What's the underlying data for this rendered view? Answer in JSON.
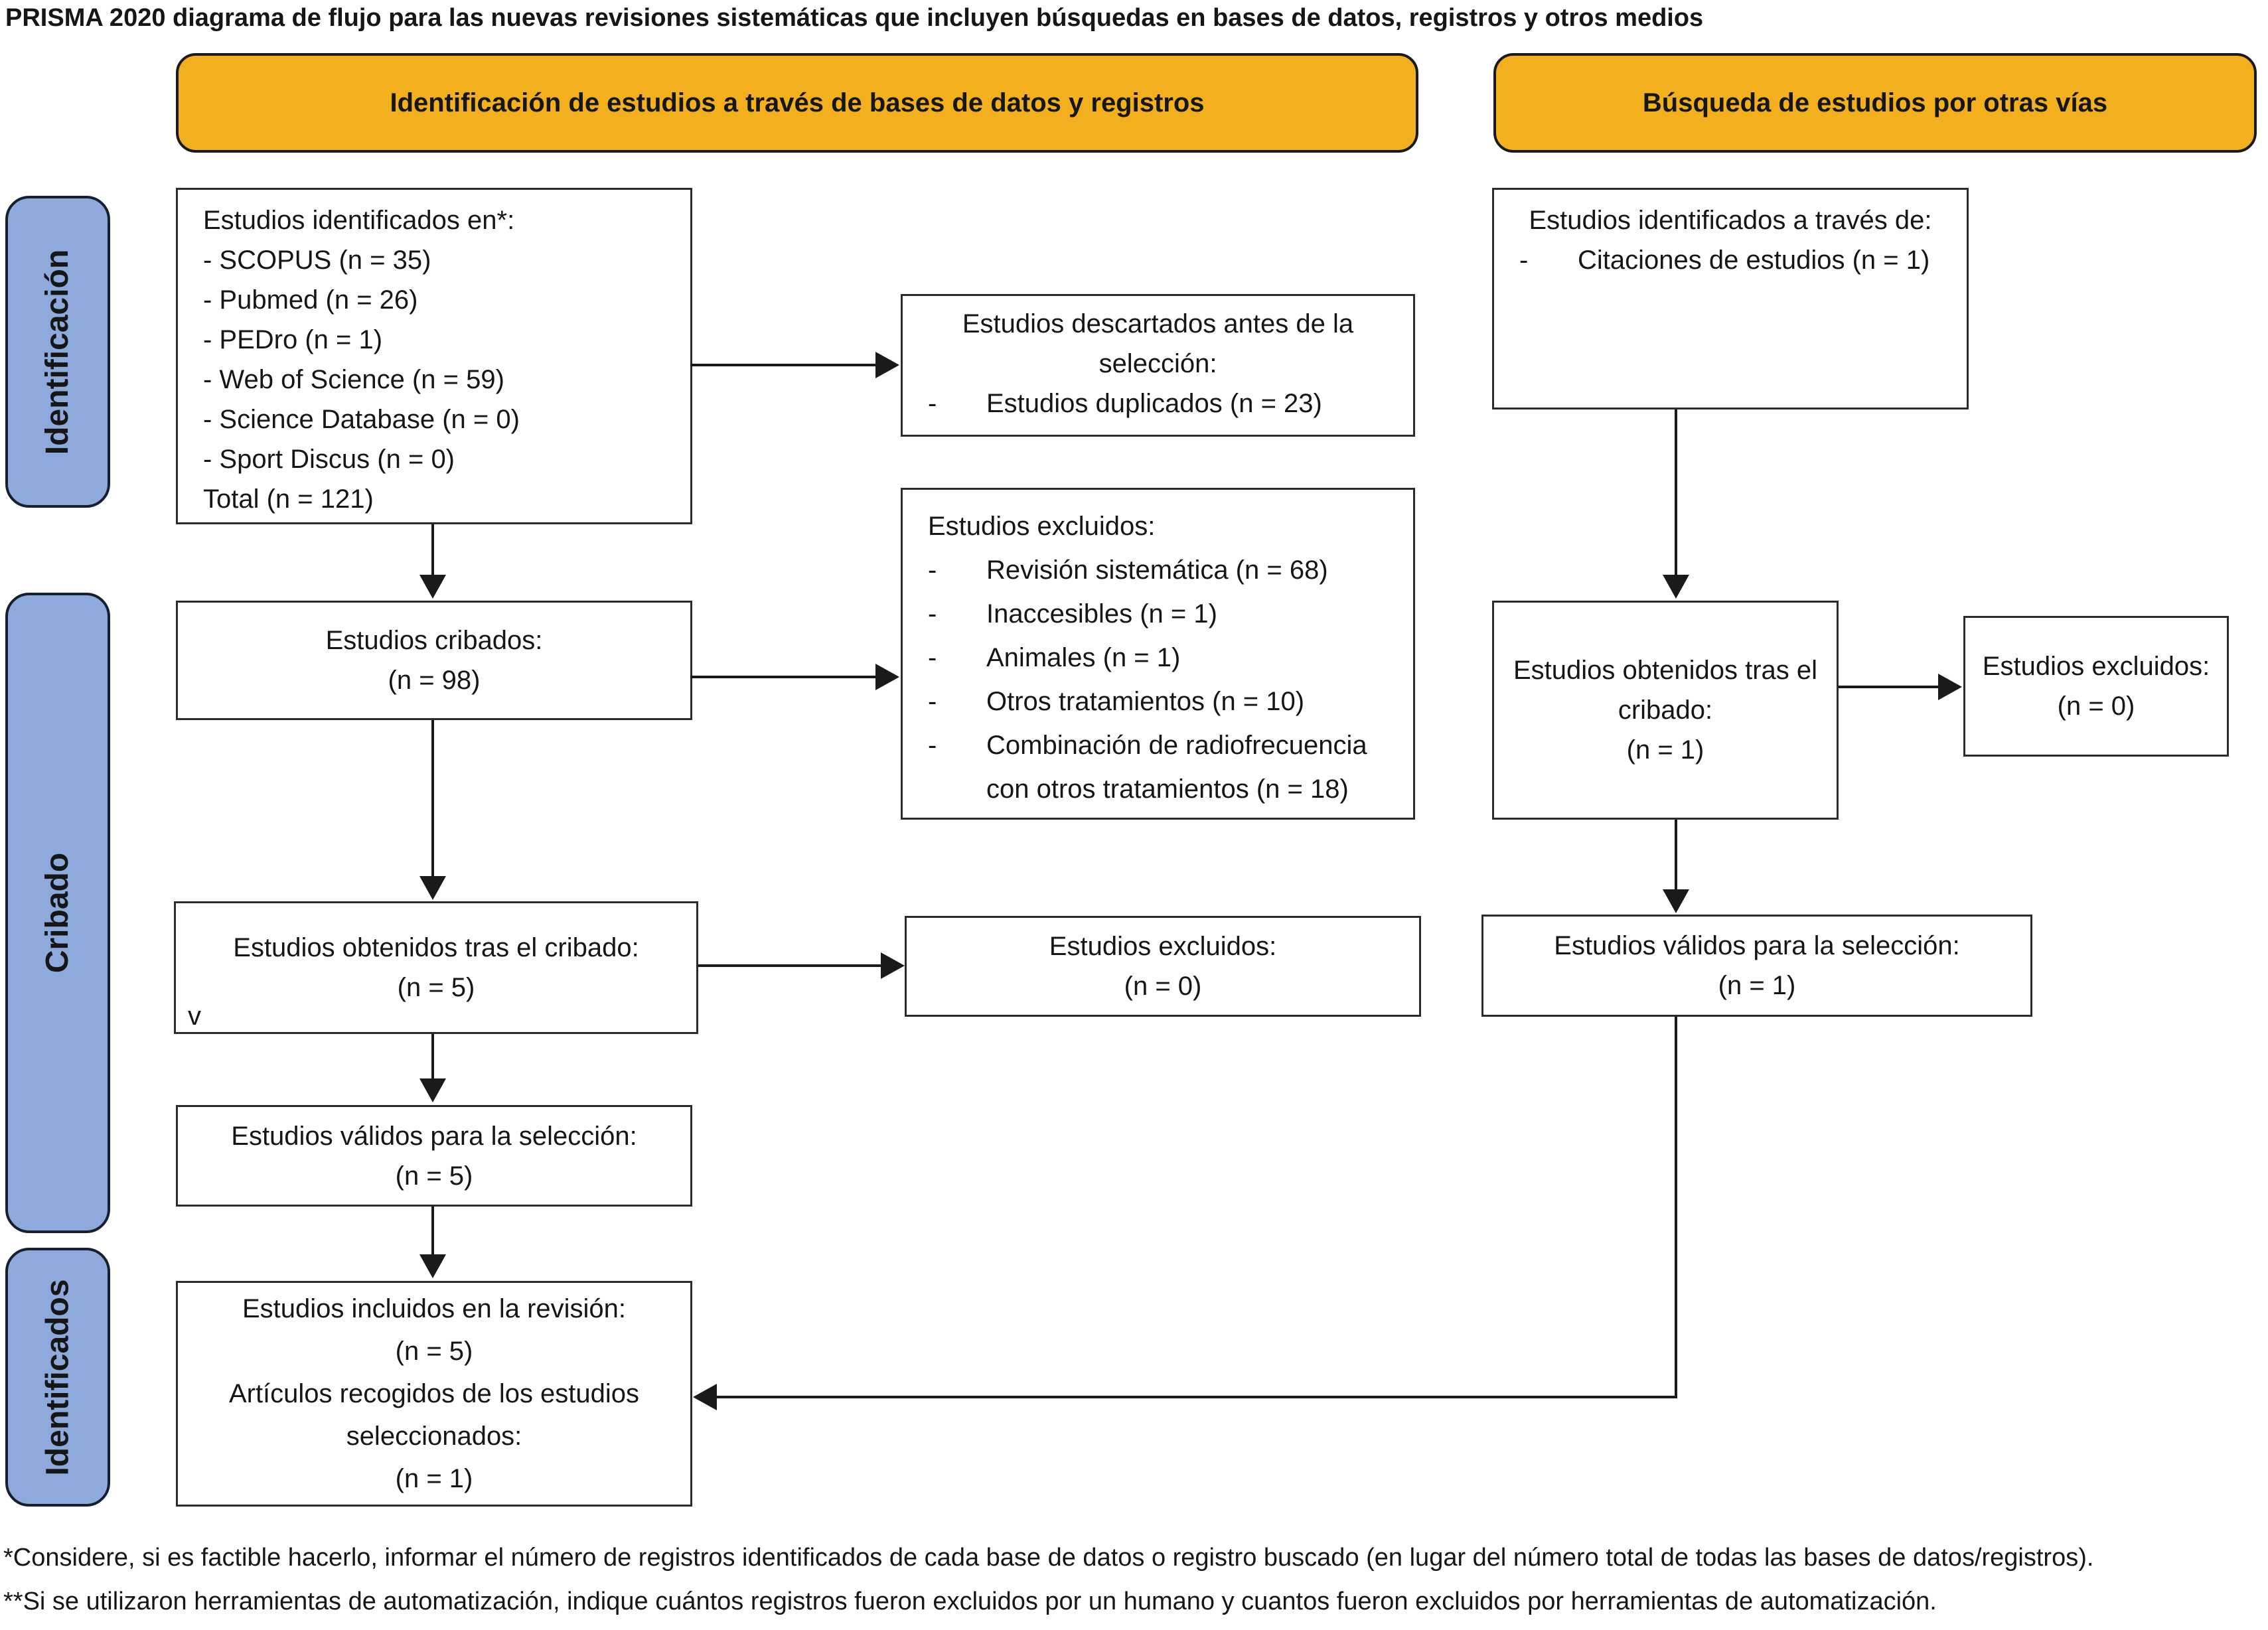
{
  "page": {
    "title": "PRISMA 2020 diagrama de flujo para las nuevas revisiones sistemáticas que incluyen búsquedas en bases de datos, registros y otros medios",
    "footnote1": "*Considere, si es factible hacerlo, informar el número de registros identificados de cada base de datos o registro buscado (en lugar del número total de todas las bases de datos/registros).",
    "footnote2": "**Si se utilizaron herramientas de automatización, indique cuántos registros fueron excluidos por un humano y cuantos fueron excluidos por herramientas de automatización."
  },
  "headers": {
    "databases": "Identificación de estudios a través de bases de datos y registros",
    "other_methods": "Búsqueda de estudios por otras vías"
  },
  "stages": {
    "identification": "Identificación",
    "screening": "Cribado",
    "included": "Identificados"
  },
  "colors": {
    "header_bg": "#F2B01E",
    "stage_bg": "#8EA9DB",
    "box_border": "#2B2B2B",
    "arrow": "#1A1A1A"
  },
  "boxes": {
    "identified_db": {
      "lines": [
        "Estudios identificados en*:",
        "- SCOPUS (n = 35)",
        "- Pubmed (n = 26)",
        "- PEDro (n = 1)",
        "- Web of Science (n = 59)",
        "- Science Database (n = 0)",
        "- Sport Discus (n = 0)",
        "Total (n = 121)"
      ]
    },
    "discarded": {
      "title": "Estudios descartados antes de la selección:",
      "dash": "-",
      "item": "Estudios duplicados (n = 23)"
    },
    "identified_other": {
      "title": "Estudios identificados a través de:",
      "dash": "-",
      "item": "Citaciones de estudios (n = 1)"
    },
    "screened": {
      "text": "Estudios cribados:",
      "count": "(n = 98)"
    },
    "excluded_main": {
      "title": "Estudios excluidos:",
      "dash": "-",
      "items": [
        "Revisión sistemática (n = 68)",
        "Inaccesibles (n = 1)",
        "Animales (n = 1)",
        "Otros tratamientos (n = 10)",
        "Combinación de radiofrecuencia con otros tratamientos (n = 18)"
      ]
    },
    "retrieved_other": {
      "text": "Estudios obtenidos tras el cribado:",
      "count": "(n = 1)"
    },
    "excluded_other": {
      "text": "Estudios excluidos:",
      "count": "(n = 0)"
    },
    "retrieved_db": {
      "text": "Estudios obtenidos tras el cribado:",
      "count": "(n = 5)",
      "stray": "v"
    },
    "excluded_retrieval": {
      "text": "Estudios excluidos:",
      "count": "(n = 0)"
    },
    "eligible_other": {
      "text": "Estudios válidos para la selección:",
      "count": "(n = 1)"
    },
    "eligible_db": {
      "text": "Estudios válidos para la selección:",
      "count": "(n = 5)"
    },
    "included": {
      "line1": "Estudios incluidos en la revisión:",
      "count1": "(n = 5)",
      "line2": "Artículos recogidos de los estudios seleccionados:",
      "count2": "(n = 1)"
    }
  }
}
